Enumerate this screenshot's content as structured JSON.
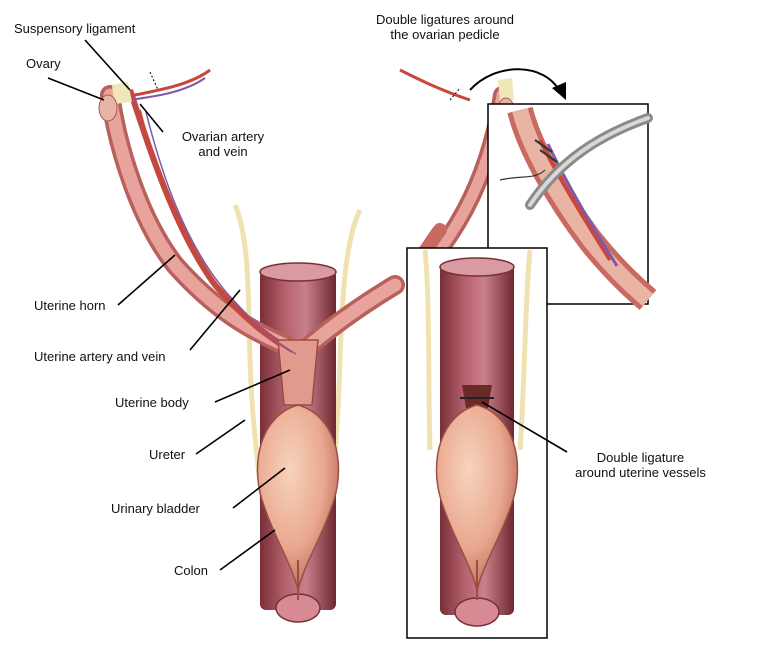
{
  "labels": {
    "suspensory_ligament": "Suspensory ligament",
    "ovary": "Ovary",
    "ovarian_artery_line1": "Ovarian artery",
    "ovarian_artery_line2": "and vein",
    "uterine_horn": "Uterine horn",
    "uterine_artery": "Uterine artery and vein",
    "uterine_body": "Uterine body",
    "ureter": "Ureter",
    "urinary_bladder": "Urinary bladder",
    "colon": "Colon",
    "double_ligatures_line1": "Double ligatures around",
    "double_ligatures_line2": "the ovarian pedicle",
    "double_ligature_line1": "Double ligature",
    "double_ligature_line2": "around uterine vessels"
  },
  "colors": {
    "tissue_pink": "#e7a39c",
    "tissue_dark": "#b8605c",
    "artery_red": "#c8463c",
    "vein_purple": "#7e5aa8",
    "colon_dark": "#8c3a44",
    "colon_mid": "#b86470",
    "ligament": "#f1e6b8",
    "bladder": "#e9a98f",
    "leader": "#000000"
  }
}
